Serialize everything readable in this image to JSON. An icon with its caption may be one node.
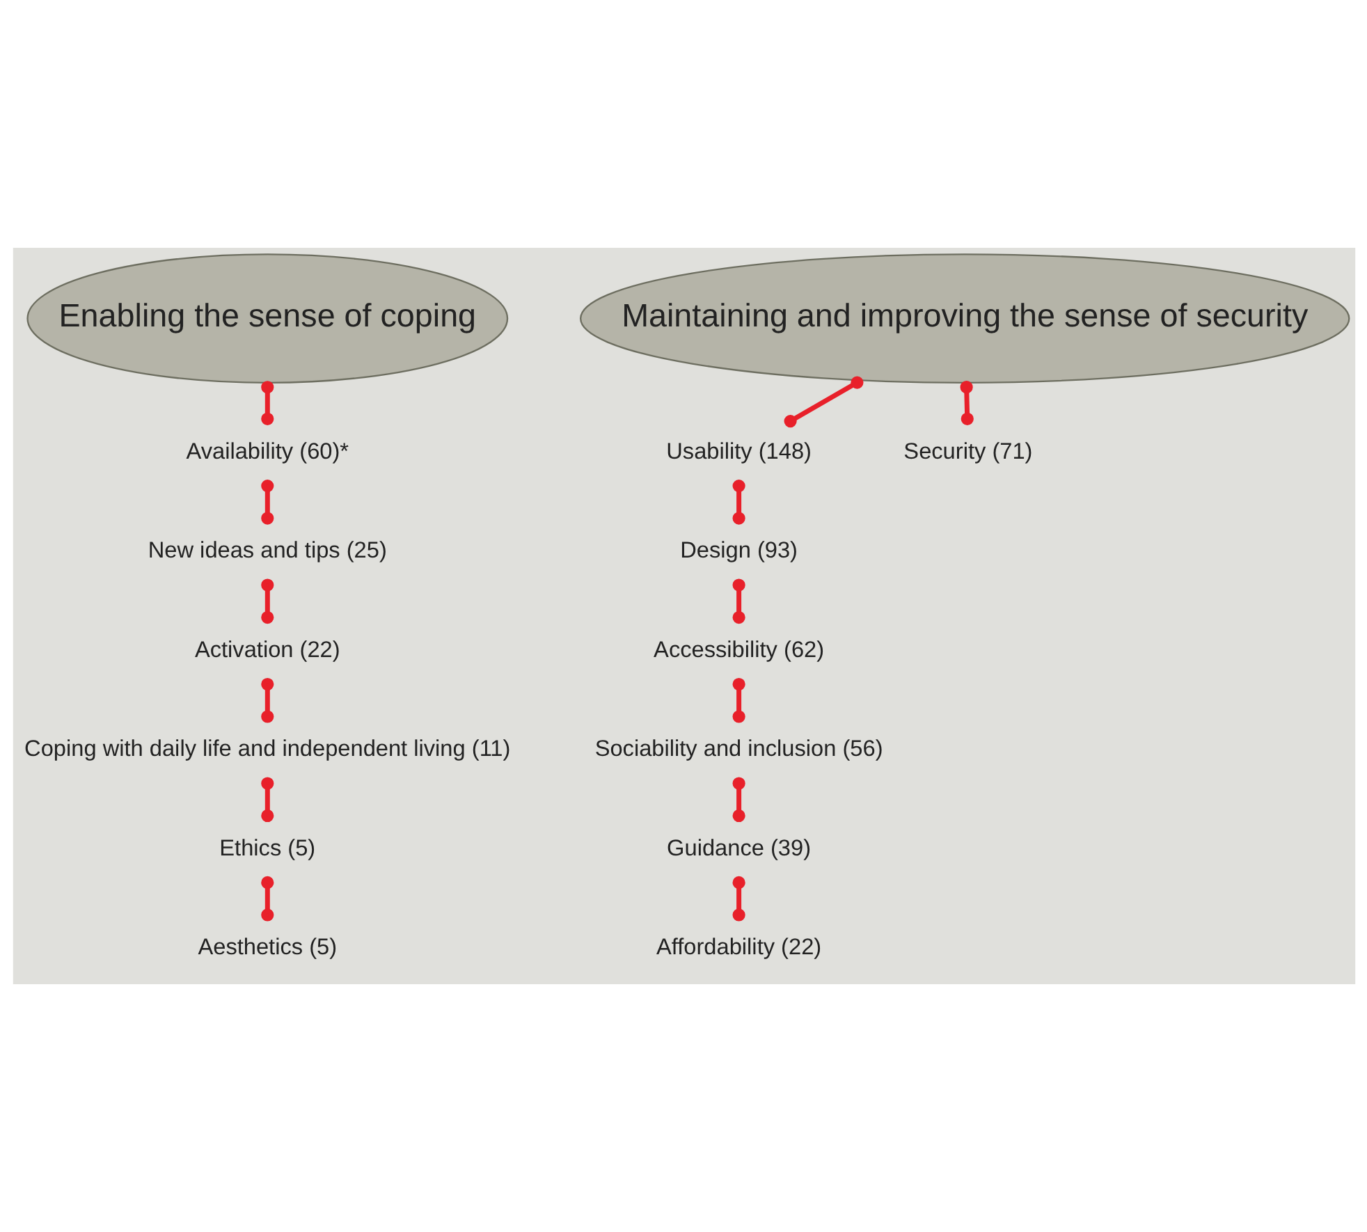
{
  "diagram": {
    "nodes": [
      {
        "text": [
          "Enabling the sense of coping"
        ]
      },
      {
        "text": [
          "Maintaining and improving the sense of security"
        ]
      },
      {
        "text": [
          "Availability (60)*"
        ]
      },
      {
        "text": [
          "New ideas and tips (25)"
        ]
      },
      {
        "text": [
          "Activation (22)"
        ]
      },
      {
        "text": [
          "Coping with daily life and independent living (11)"
        ]
      },
      {
        "text": [
          "Ethics (5)"
        ]
      },
      {
        "text": [
          "Aesthetics (5)"
        ]
      },
      {
        "text": [
          "Usability (148)"
        ]
      },
      {
        "text": [
          "Design (93)"
        ]
      },
      {
        "text": [
          "Accessibility (62)"
        ]
      },
      {
        "text": [
          "Sociability and inclusion (56)"
        ]
      },
      {
        "text": [
          "Guidance (39)"
        ]
      },
      {
        "text": [
          "Affordability (22)"
        ]
      },
      {
        "text": [
          "Security (71)"
        ]
      }
    ],
    "edges": [
      {
        "from": 0,
        "to": 2,
        "arrow": "other"
      },
      {
        "from": 2,
        "to": 3,
        "arrow": "other"
      },
      {
        "from": 3,
        "to": 4,
        "arrow": "other"
      },
      {
        "from": 4,
        "to": 5,
        "arrow": "other"
      },
      {
        "from": 5,
        "to": 6,
        "arrow": "other"
      },
      {
        "from": 6,
        "to": 7,
        "arrow": "other"
      },
      {
        "from": 1,
        "to": 8,
        "arrow": "other"
      },
      {
        "from": 8,
        "to": 9,
        "arrow": "other"
      },
      {
        "from": 9,
        "to": 10,
        "arrow": "other"
      },
      {
        "from": 10,
        "to": 11,
        "arrow": "other"
      },
      {
        "from": 11,
        "to": 12,
        "arrow": "other"
      },
      {
        "from": 12,
        "to": 13,
        "arrow": "other"
      },
      {
        "from": 1,
        "to": 14,
        "arrow": "other"
      }
    ]
  }
}
